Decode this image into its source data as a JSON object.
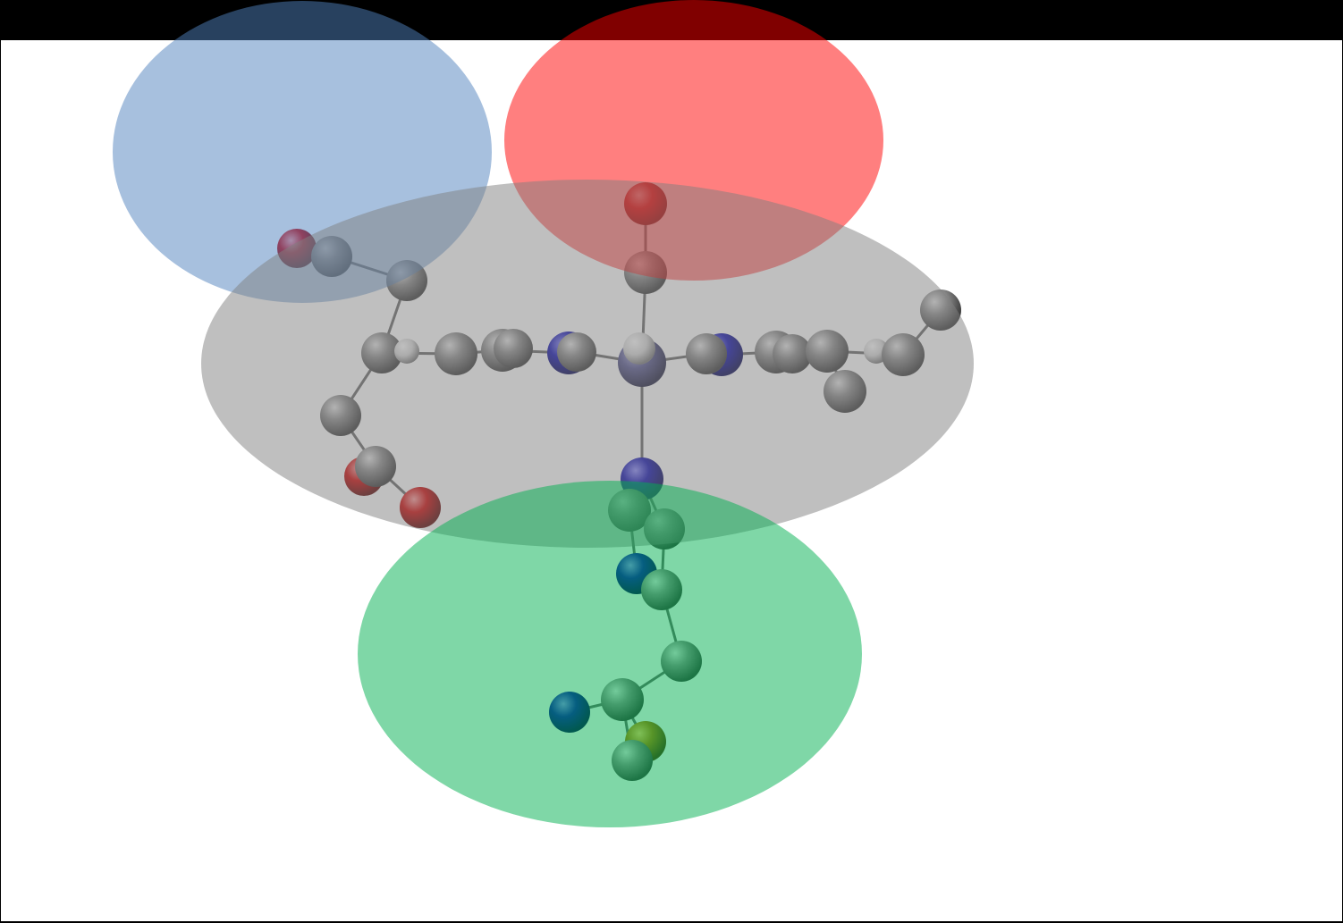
{
  "canvas": {
    "background": "#ffffff",
    "frame_color": "#000000"
  },
  "regions": [
    {
      "id": "blue-region",
      "color": "#4f81bd",
      "opacity": 0.5
    },
    {
      "id": "red-region",
      "color": "#ff0000",
      "opacity": 0.5
    },
    {
      "id": "gray-region",
      "color": "#808080",
      "opacity": 0.5
    },
    {
      "id": "green-region",
      "color": "#00b050",
      "opacity": 0.5
    }
  ],
  "atom_colors": {
    "carbon": "#7a7a7a",
    "oxygen": "#cc0000",
    "nitrogen": "#0a0aa8",
    "hydrogen": "#e8e8e8",
    "metal": "#5a5a90",
    "sulfur": "#b08a00"
  },
  "bond_color": "#666666"
}
